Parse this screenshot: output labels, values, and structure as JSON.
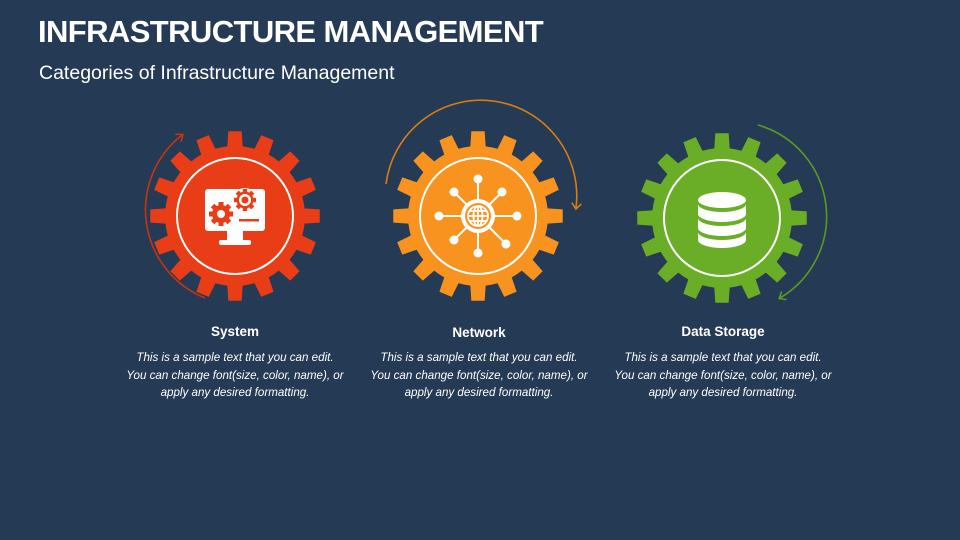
{
  "slide": {
    "title": "INFRASTRUCTURE MANAGEMENT",
    "subtitle": "Categories of Infrastructure Management",
    "background": "#253a54"
  },
  "categories": [
    {
      "label": "System",
      "description": "This is a sample text that you can edit. You can change font(size, color, name), or apply any desired formatting.",
      "icon": "monitor-gears-icon",
      "color": "#e83d16",
      "arrow_color": "#c43512",
      "arrow_direction": "clockwise-left-side-up"
    },
    {
      "label": "Network",
      "description": "This is a sample text that you can edit. You can change font(size, color, name), or apply any desired formatting.",
      "icon": "network-globe-icon",
      "color": "#f7931e",
      "arrow_color": "#d97d12",
      "arrow_direction": "clockwise-top-right-down"
    },
    {
      "label": "Data Storage",
      "description": "This is a sample text that you can edit. You can change font(size, color, name), or apply any desired formatting.",
      "icon": "database-icon",
      "color": "#6aae27",
      "arrow_color": "#5a9a22",
      "arrow_direction": "clockwise-right-side-down"
    }
  ]
}
